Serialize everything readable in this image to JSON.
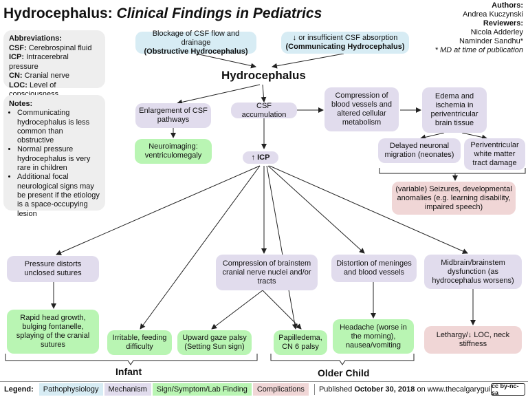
{
  "title": {
    "main": "Hydrocephalus:",
    "sub": "Clinical Findings in Pediatrics"
  },
  "authors": {
    "authors_heading": "Authors:",
    "author_names": [
      "Andrea Kuczynski"
    ],
    "reviewers_heading": "Reviewers:",
    "reviewer_names": [
      "Nicola Adderley",
      "Naminder Sandhu*"
    ],
    "footnote": "* MD at time of publication"
  },
  "abbreviations": {
    "heading": "Abbreviations:",
    "items": [
      {
        "abbr": "CSF:",
        "def": "Cerebrospinal fluid"
      },
      {
        "abbr": "ICP:",
        "def": "Intracerebral pressure"
      },
      {
        "abbr": "CN:",
        "def": "Cranial nerve"
      },
      {
        "abbr": "LOC:",
        "def": "Level of consciousness"
      }
    ]
  },
  "notes": {
    "heading": "Notes:",
    "items": [
      "Communicating hydrocephalus is less common than obstructive",
      "Normal pressure hydrocephalus is very rare in children",
      "Additional focal neurological signs may be present if the etiology is a space-occupying lesion"
    ]
  },
  "nodes": {
    "blockage": {
      "line1": "Blockage of CSF flow and drainage",
      "line2": "(Obstructive Hydrocephalus)"
    },
    "absorption": {
      "line1": "↓ or insufficient CSF absorption",
      "line2": "(Communicating Hydrocephalus)"
    },
    "hydrocephalus": "Hydrocephalus",
    "enlargement": "Enlargement of CSF pathways",
    "neuroimaging": "Neuroimaging: ventriculomegaly",
    "csf_accumulation": "CSF accumulation",
    "compression_vessels": "Compression of blood vessels and altered cellular metabolism",
    "edema": "Edema and ischemia in periventricular brain tissue",
    "delayed_migration": "Delayed neuronal migration (neonates)",
    "white_matter": "Periventricular white matter tract damage",
    "seizures": "(variable) Seizures, developmental anomalies (e.g. learning disability, impaired speech)",
    "icp": "↑ ICP",
    "pressure_sutures": "Pressure distorts unclosed sutures",
    "rapid_head": "Rapid head growth, bulging fontanelle, splaying of the cranial sutures",
    "irritable": "Irritable, feeding difficulty",
    "brainstem_compression": "Compression of brainstem cranial nerve nuclei and/or tracts",
    "upward_gaze": "Upward gaze palsy (Setting Sun sign)",
    "papilledema": "Papilledema, CN 6 palsy",
    "meninges": "Distortion of meninges and blood vessels",
    "headache": "Headache (worse in the morning), nausea/vomiting",
    "midbrain": "Midbrain/brainstem dysfunction (as hydrocephalus worsens)",
    "lethargy": "Lethargy/↓ LOC, neck stiffness"
  },
  "groups": {
    "infant": "Infant",
    "older_child": "Older Child"
  },
  "legend": {
    "label": "Legend:",
    "items": [
      {
        "text": "Pathophysiology",
        "color": "#d7ecf4"
      },
      {
        "text": "Mechanism",
        "color": "#e1dced"
      },
      {
        "text": "Sign/Symptom/Lab Finding",
        "color": "#b9f5b3"
      },
      {
        "text": "Complications",
        "color": "#f0d6d6"
      }
    ],
    "published_prefix": "Published",
    "published_date": "October 30, 2018",
    "published_suffix": "on www.thecalgaryguide.com",
    "license": "cc by-nc-sa"
  },
  "colors": {
    "pathophysiology": "#d7ecf4",
    "mechanism": "#e1dced",
    "sign": "#b9f5b3",
    "complication": "#f0d6d6",
    "notes_panel": "#eeeeee"
  }
}
